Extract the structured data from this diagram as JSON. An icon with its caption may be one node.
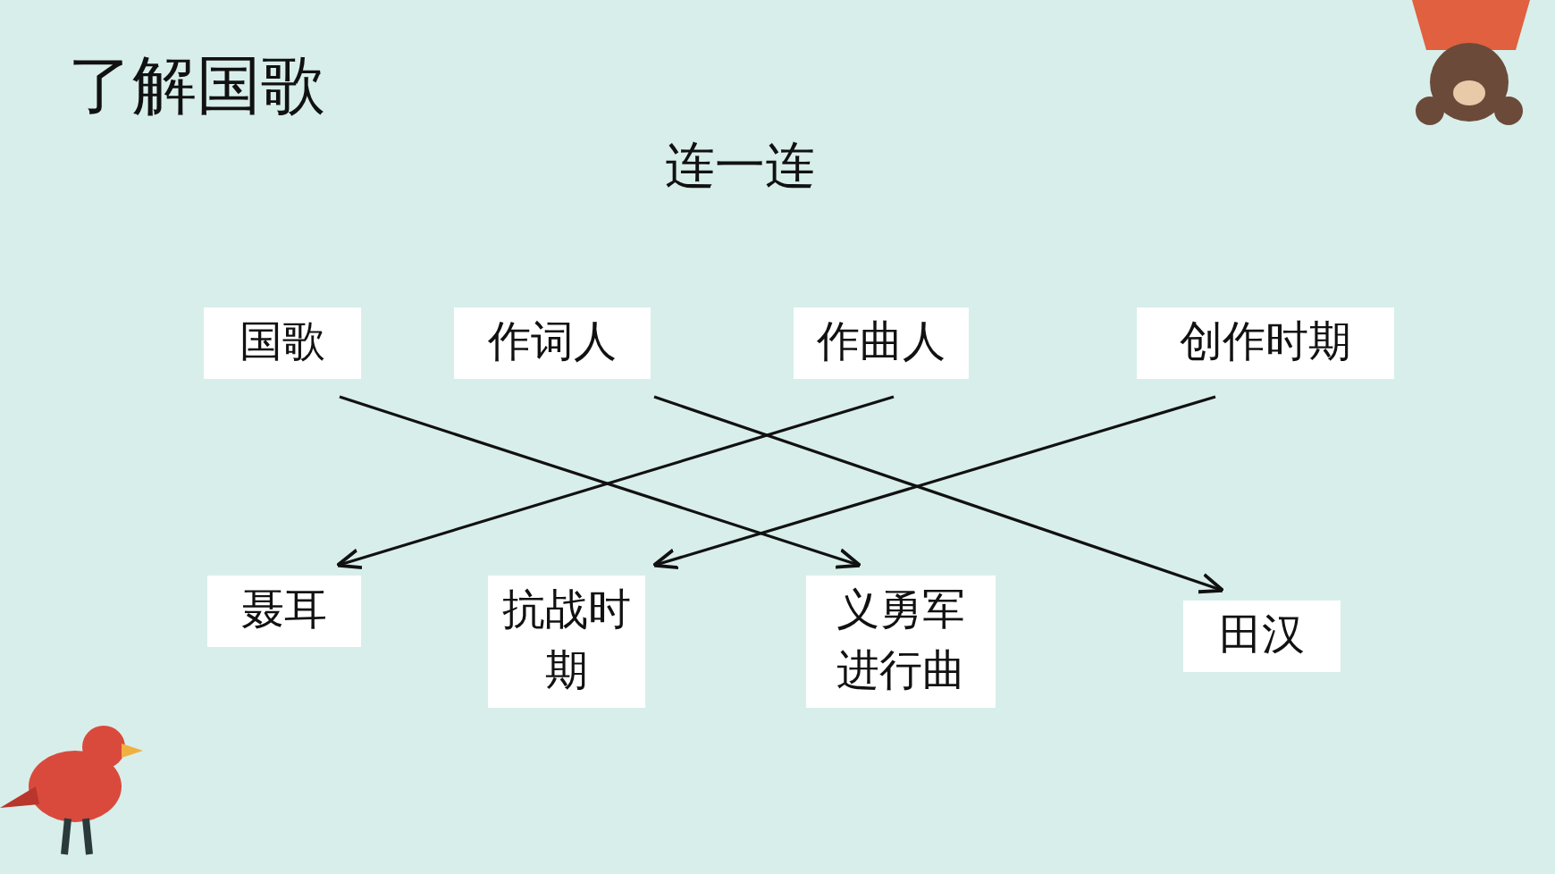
{
  "diagram": {
    "title": "了解国歌",
    "nodes": [
      {
        "text": [
          "国歌"
        ]
      },
      {
        "text": [
          "作词人"
        ]
      },
      {
        "text": [
          "作曲人"
        ]
      },
      {
        "text": [
          "创作时期"
        ]
      },
      {
        "text": [
          "聂耳"
        ]
      },
      {
        "text": [
          "抗战时期"
        ]
      },
      {
        "text": [
          "义勇军进行曲"
        ]
      },
      {
        "text": [
          "田汉"
        ]
      }
    ],
    "edges": [
      {
        "from": 0,
        "to": 6,
        "arrow": "to"
      },
      {
        "from": 1,
        "to": 7,
        "arrow": "to"
      },
      {
        "from": 2,
        "to": 4,
        "arrow": "to"
      },
      {
        "from": 3,
        "to": 5,
        "arrow": "to"
      }
    ],
    "labels": [
      "连一连"
    ]
  }
}
